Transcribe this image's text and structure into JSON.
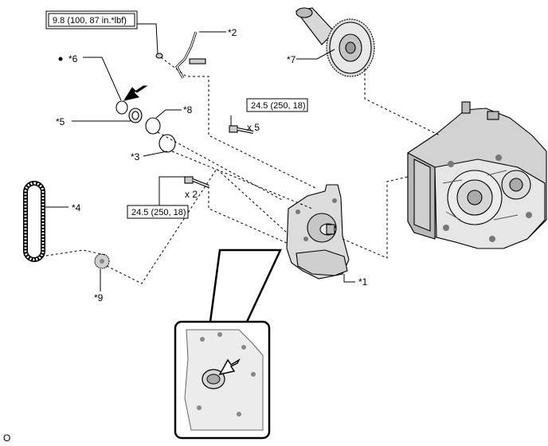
{
  "callouts": {
    "p1": "*1",
    "p2": "*2",
    "p3": "*3",
    "p4": "*4",
    "p5": "*5",
    "p6": "*6",
    "p7": "*7",
    "p8": "*8",
    "p9": "*9"
  },
  "torque_specs": {
    "top": "9.8 (100, 87 in.*lbf)",
    "upper_bolt": "24.5 (250, 18)",
    "lower_bolt": "24.5 (250, 18)"
  },
  "quantities": {
    "upper_bolt": "x 5",
    "lower_bolt": "x 2"
  },
  "figure_id": "O",
  "icons": [
    "arrow-indicator-icon",
    "non-reusable-part-dot-icon"
  ]
}
